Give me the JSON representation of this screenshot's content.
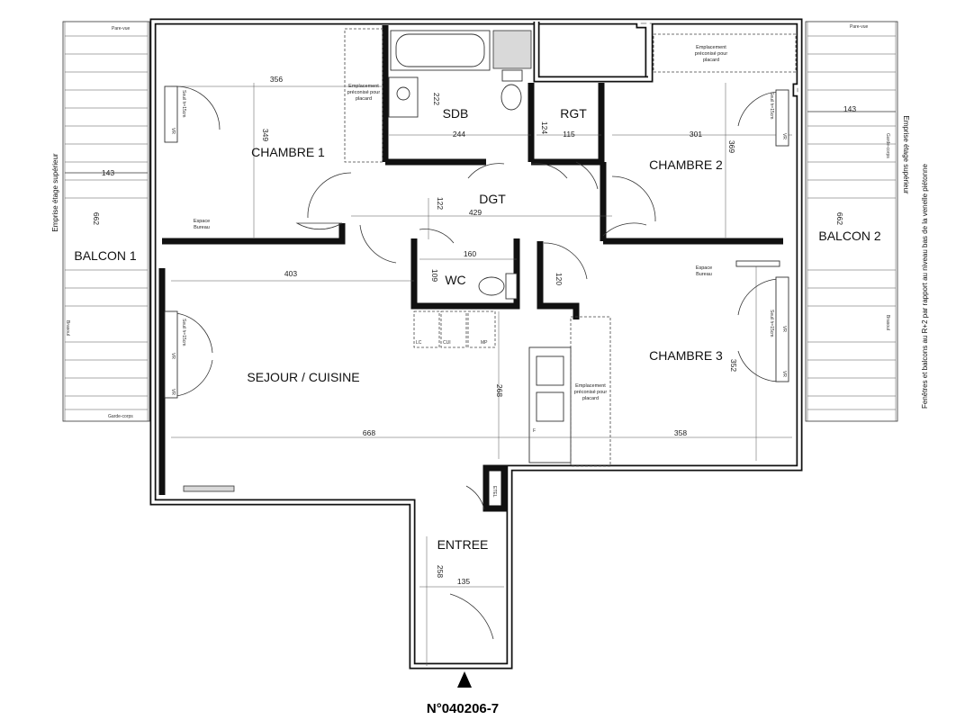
{
  "plan_number": "N°040206-7",
  "rooms": {
    "chambre1": "CHAMBRE 1",
    "chambre2": "CHAMBRE 2",
    "chambre3": "CHAMBRE 3",
    "sdb": "SDB",
    "rgt": "RGT",
    "dgt": "DGT",
    "wc": "WC",
    "sejour": "SEJOUR / CUISINE",
    "entree": "ENTREE",
    "balcon1": "BALCON 1",
    "balcon2": "BALCON 2"
  },
  "dimensions": {
    "d356": "356",
    "d349": "349",
    "d222": "222",
    "d244": "244",
    "d124": "124",
    "d115": "115",
    "d301": "301",
    "d369": "369",
    "d143a": "143",
    "d143b": "143",
    "d662a": "662",
    "d662b": "662",
    "d122": "122",
    "d429": "429",
    "d160": "160",
    "d109": "109",
    "d120": "120",
    "d403": "403",
    "d268": "268",
    "d352": "352",
    "d668": "668",
    "d358": "358",
    "d258": "258",
    "d135": "135"
  },
  "notes": {
    "placard1_l1": "Emplacement",
    "placard1_l2": "préconisé pour",
    "placard1_l3": "placard",
    "placard2_l1": "Emplacement",
    "placard2_l2": "préconisé pour",
    "placard2_l3": "placard",
    "placard3_l1": "Emplacement",
    "placard3_l2": "préconisé pour",
    "placard3_l3": "placard",
    "bureau1_l1": "Espace",
    "bureau1_l2": "Bureau",
    "bureau2_l1": "Espace",
    "bureau2_l2": "Bureau",
    "seuil1": "Seuil h=15cm",
    "seuil2": "Seuil h=15cm",
    "seuil3": "Seuil h=15cm",
    "seuil4": "Seuil h=15cm",
    "vr1": "VR",
    "vr2": "VR",
    "vr3": "VR",
    "vr4": "VR",
    "vr5": "VR",
    "vr6": "VR",
    "lc": "LC",
    "cui": "CUI",
    "mp": "MP",
    "etel": "ETEL",
    "f": "F",
    "parevue1": "Pare-vue",
    "parevue2": "Pare-vue",
    "gardecorps1": "Garde-corps",
    "gardecorps2": "Garde-corps",
    "bracoul": "Brasoul",
    "bracour": "Brasoul",
    "emprise_l": "Emprise étage supérieur",
    "emprise_r": "Emprise étage supérieur",
    "side_note_l1": "Fenêtres et balcons au R+2 par rapport au niveau bas de la venelle piétonne"
  }
}
